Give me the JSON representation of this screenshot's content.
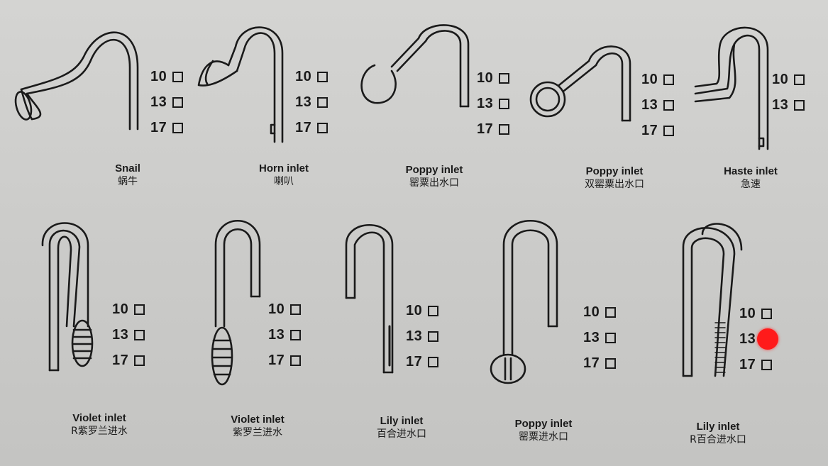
{
  "accent_color": "#ff1a1a",
  "items": [
    {
      "name_en": "Snail",
      "name_zh": "蜗牛",
      "sizes": [
        "10",
        "13",
        "17"
      ],
      "marked": null
    },
    {
      "name_en": "Horn inlet",
      "name_zh": "喇叭",
      "sizes": [
        "10",
        "13",
        "17"
      ],
      "marked": null
    },
    {
      "name_en": "Poppy inlet",
      "name_zh": "罂粟出水口",
      "sizes": [
        "10",
        "13",
        "17"
      ],
      "marked": null
    },
    {
      "name_en": "Poppy inlet",
      "name_zh": "双罂粟出水口",
      "sizes": [
        "10",
        "13",
        "17"
      ],
      "marked": null
    },
    {
      "name_en": "Haste inlet",
      "name_zh": "急速",
      "sizes": [
        "10",
        "13"
      ],
      "marked": null
    },
    {
      "name_en": "Violet inlet",
      "name_zh": "R紫罗兰进水",
      "sizes": [
        "10",
        "13",
        "17"
      ],
      "marked": null
    },
    {
      "name_en": "Violet inlet",
      "name_zh": "紫罗兰进水",
      "sizes": [
        "10",
        "13",
        "17"
      ],
      "marked": null
    },
    {
      "name_en": "Lily inlet",
      "name_zh": "百合进水口",
      "sizes": [
        "10",
        "13",
        "17"
      ],
      "marked": null
    },
    {
      "name_en": "Poppy inlet",
      "name_zh": "罂粟进水口",
      "sizes": [
        "10",
        "13",
        "17"
      ],
      "marked": null
    },
    {
      "name_en": "Lily inlet",
      "name_zh": "R百合进水口",
      "sizes": [
        "10",
        "13",
        "17"
      ],
      "marked": "13"
    }
  ]
}
